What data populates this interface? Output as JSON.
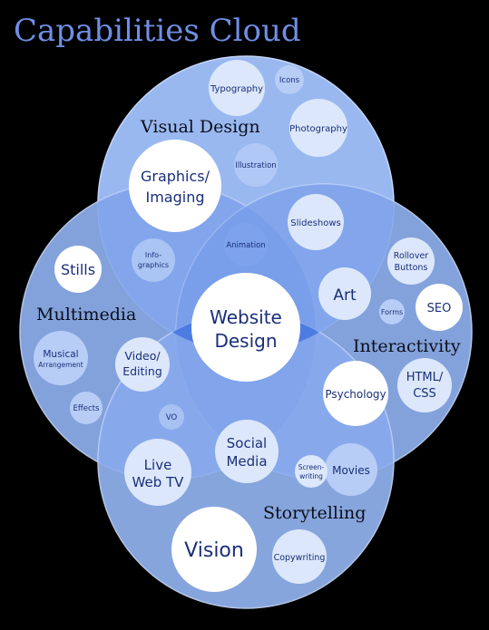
{
  "title": "Capabilities Cloud",
  "groups": {
    "visual_design": "Visual Design",
    "multimedia": "Multimedia",
    "interactivity": "Interactivity",
    "storytelling": "Storytelling"
  },
  "center": [
    "Website",
    "Design"
  ],
  "bubbles": {
    "typography": [
      "Typography"
    ],
    "icons": [
      "Icons"
    ],
    "photography": [
      "Photography"
    ],
    "illustration": [
      "Illustration"
    ],
    "graphics_imaging": [
      "Graphics/",
      "Imaging"
    ],
    "slideshows": [
      "Slideshows"
    ],
    "animation": [
      "Animation"
    ],
    "infographics": [
      "Info-",
      "graphics"
    ],
    "stills": [
      "Stills"
    ],
    "art": [
      "Art"
    ],
    "rollover_buttons": [
      "Rollover",
      "Buttons"
    ],
    "forms": [
      "Forms"
    ],
    "seo": [
      "SEO"
    ],
    "musical_arrangement": [
      "Musical",
      "Arrangement"
    ],
    "video_editing": [
      "Video/",
      "Editing"
    ],
    "psychology": [
      "Psychology"
    ],
    "html_css": [
      "HTML/",
      "CSS"
    ],
    "effects": [
      "Effects"
    ],
    "vo": [
      "VO"
    ],
    "social_media": [
      "Social",
      "Media"
    ],
    "live_web_tv": [
      "Live",
      "Web TV"
    ],
    "screenwriting": [
      "Screen-",
      "writing"
    ],
    "movies": [
      "Movies"
    ],
    "vision": [
      "Vision"
    ],
    "copywriting": [
      "Copywriting"
    ]
  },
  "colors": {
    "background": "#000000",
    "title": "#6f8fe6",
    "circle_fill": "#8fb0ef",
    "center_overlap": "#5b87e6",
    "bubble_white": "#ffffff",
    "bubble_light": "#dce7fb",
    "label": "#1a2f79"
  }
}
